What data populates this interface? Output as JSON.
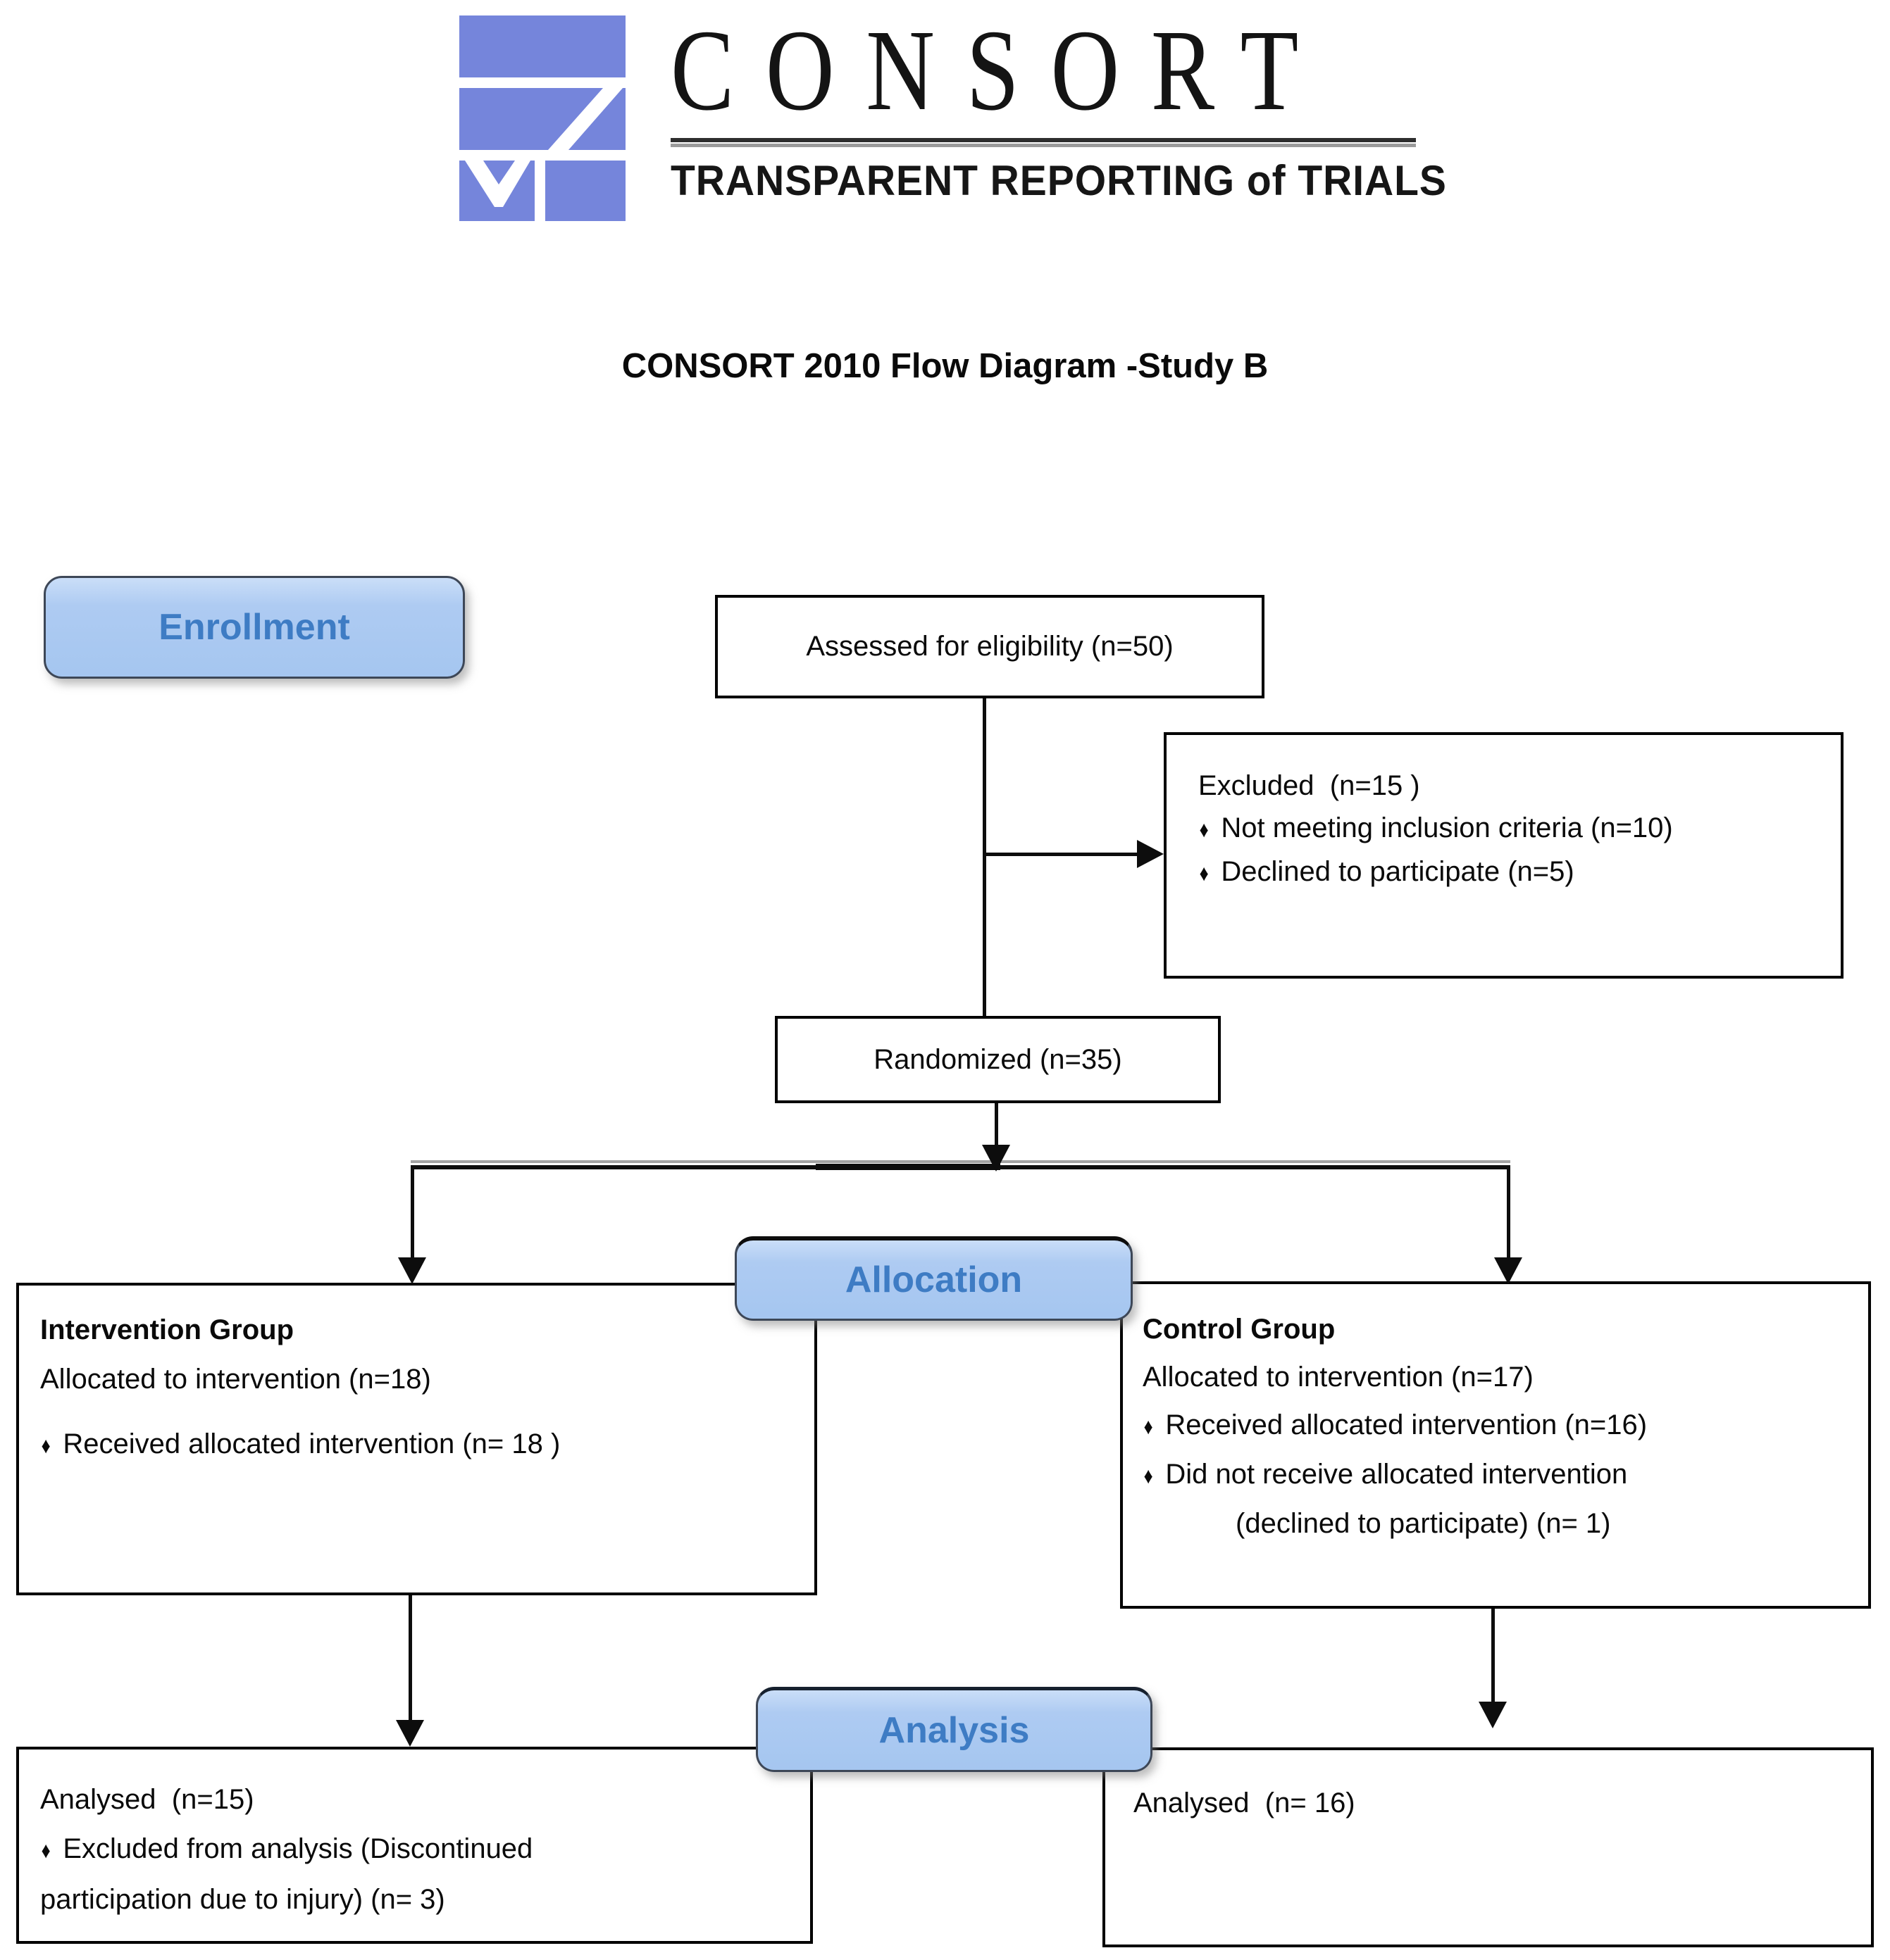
{
  "logo": {
    "wordmark": "CONSORT",
    "tagline": "TRANSPARENT REPORTING of TRIALS",
    "brand_blue": "#7585db"
  },
  "title": "CONSORT 2010 Flow Diagram -Study B",
  "glyphs": {
    "bullet": "♦"
  },
  "stages": {
    "enrollment": "Enrollment",
    "allocation": "Allocation",
    "analysis": "Analysis"
  },
  "colors": {
    "stage_fill": "#abc9f1",
    "stage_text": "#3e7cc4",
    "box_border": "#000000",
    "connector": "#0d0d0d"
  },
  "boxes": {
    "assessed": {
      "text": "Assessed for eligibility (n=50)"
    },
    "excluded": {
      "title": "Excluded  (n=15 )",
      "bullet1": "Not meeting inclusion criteria (n=10)",
      "bullet2": "Declined to participate (n=5)"
    },
    "randomized": {
      "text": "Randomized (n=35)"
    },
    "intervention": {
      "title": "Intervention Group",
      "allocated": "Allocated to intervention (n=18)",
      "bullet1": "Received allocated intervention (n= 18 )"
    },
    "control": {
      "title": "Control Group",
      "allocated": "Allocated to intervention (n=17)",
      "bullet1": "Received allocated intervention (n=16)",
      "bullet2": "Did not receive allocated intervention",
      "bullet2_cont": "(declined to participate) (n= 1)"
    },
    "analysed_intervention": {
      "title": "Analysed  (n=15)",
      "bullet1": "Excluded from analysis (Discontinued",
      "bullet1_cont": "participation due to injury) (n= 3)"
    },
    "analysed_control": {
      "title": "Analysed  (n= 16)"
    }
  }
}
